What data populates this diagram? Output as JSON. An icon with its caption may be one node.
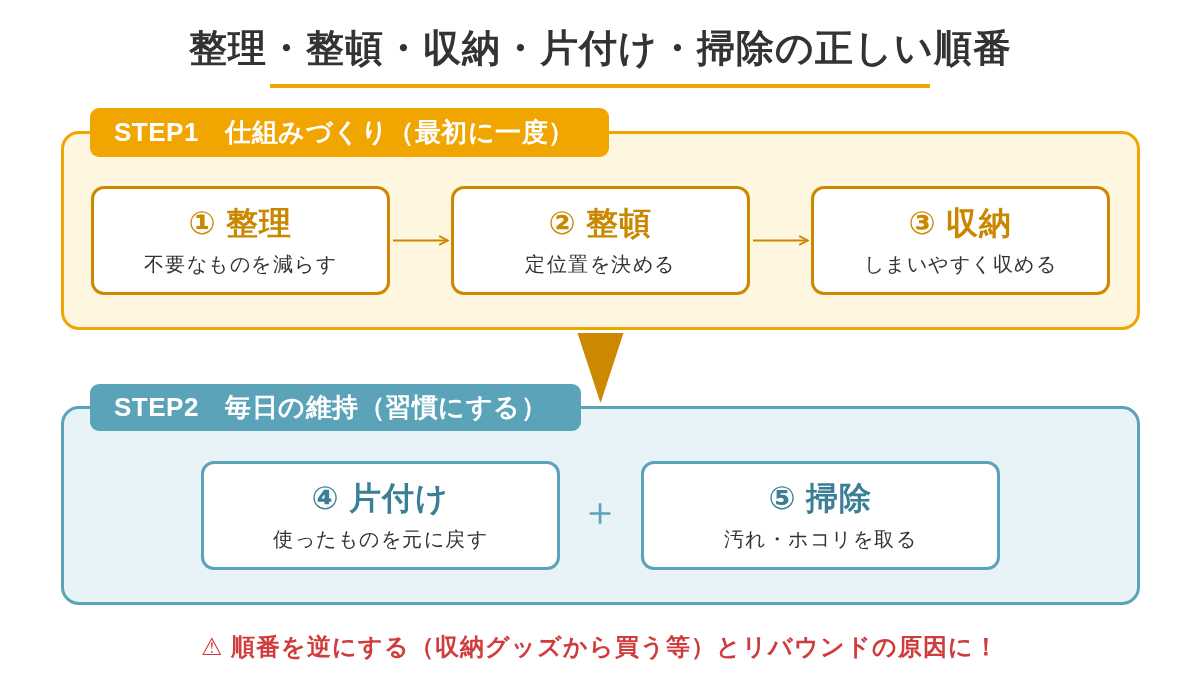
{
  "diagram": {
    "title": "整理・整頓・収納・片付け・掃除の正しい順番",
    "nodes": [
      {
        "text": [
          "STEP1　仕組みづくり（最初に一度）"
        ]
      },
      {
        "text": [
          "① 整理",
          "不要なものを減らす"
        ],
        "in": 0
      },
      {
        "text": [
          "② 整頓",
          "定位置を決める"
        ],
        "in": 0
      },
      {
        "text": [
          "③ 収納",
          "しまいやすく収める"
        ],
        "in": 0
      },
      {
        "text": [
          "STEP2　毎日の維持（習慣にする）"
        ]
      },
      {
        "text": [
          "④ 片付け",
          "使ったものを元に戻す"
        ],
        "in": 4
      },
      {
        "text": [
          "⑤ 掃除",
          "汚れ・ホコリを取る"
        ],
        "in": 4
      }
    ],
    "edges": [
      {
        "from": 1,
        "to": 2,
        "arrow": "to"
      },
      {
        "from": 2,
        "to": 3,
        "arrow": "to"
      },
      {
        "from": 0,
        "to": 4,
        "arrow": "to",
        "style": "thick"
      }
    ],
    "labels": [
      "＋",
      "⚠ 順番を逆にする（収納グッズから買う等）とリバウンドの原因に！"
    ]
  }
}
